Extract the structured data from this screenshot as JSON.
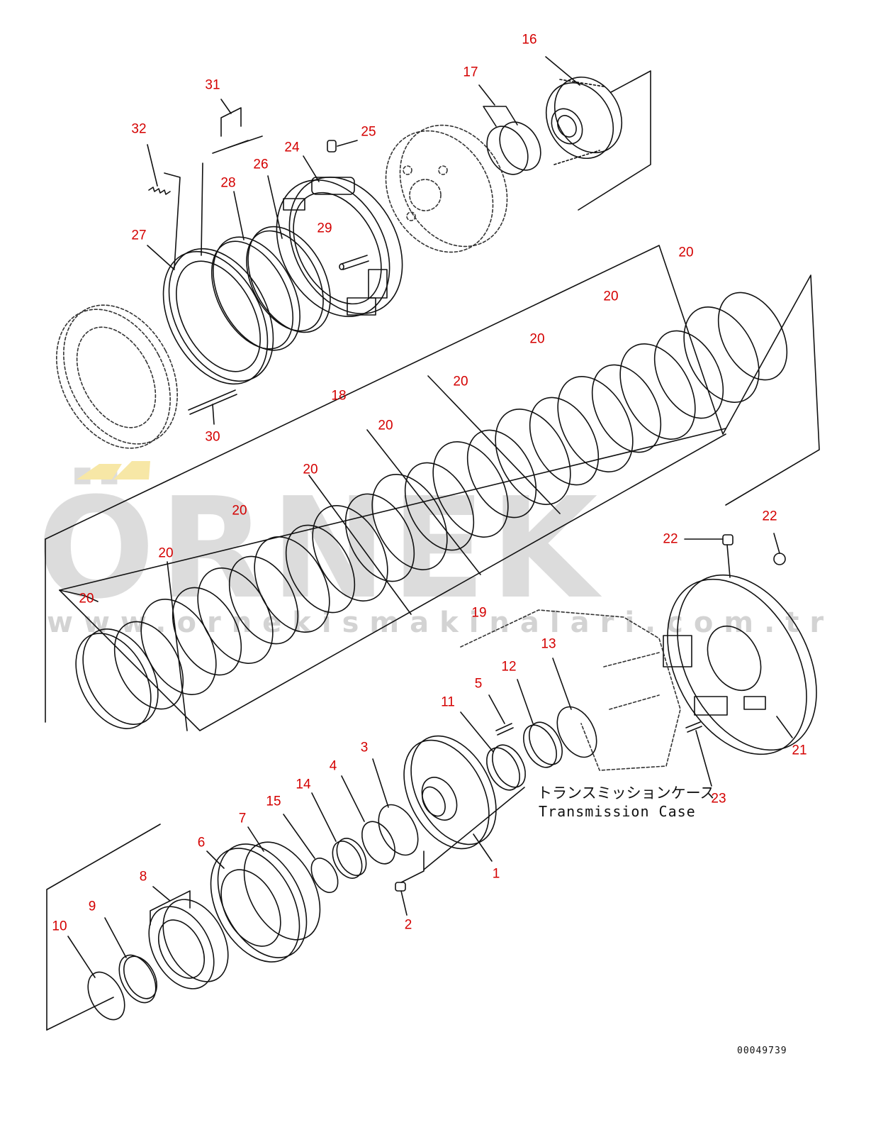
{
  "watermark": {
    "brand": "ÖRNEK",
    "url": "www.ornekismakinalari.com.tr",
    "brand_color": "#dcdcdc",
    "accent_color": "#f7e7a6"
  },
  "callout_color": "#d40000",
  "case_label": {
    "japanese": "トランスミッションケース",
    "english": "Transmission Case"
  },
  "document_number": "00049739",
  "callouts": [
    {
      "id": "c16",
      "text": "16"
    },
    {
      "id": "c17",
      "text": "17"
    },
    {
      "id": "c25",
      "text": "25"
    },
    {
      "id": "c31",
      "text": "31"
    },
    {
      "id": "c32",
      "text": "32"
    },
    {
      "id": "c24",
      "text": "24"
    },
    {
      "id": "c26",
      "text": "26"
    },
    {
      "id": "c28",
      "text": "28"
    },
    {
      "id": "c29",
      "text": "29"
    },
    {
      "id": "c27",
      "text": "27"
    },
    {
      "id": "c30",
      "text": "30"
    },
    {
      "id": "c20a",
      "text": "20"
    },
    {
      "id": "c20b",
      "text": "20"
    },
    {
      "id": "c20c",
      "text": "20"
    },
    {
      "id": "c20d",
      "text": "20"
    },
    {
      "id": "c20e",
      "text": "20"
    },
    {
      "id": "c20f",
      "text": "20"
    },
    {
      "id": "c20g",
      "text": "20"
    },
    {
      "id": "c20h",
      "text": "20"
    },
    {
      "id": "c20i",
      "text": "20"
    },
    {
      "id": "c18",
      "text": "18"
    },
    {
      "id": "c19",
      "text": "19"
    },
    {
      "id": "c22a",
      "text": "22"
    },
    {
      "id": "c22b",
      "text": "22"
    },
    {
      "id": "c21",
      "text": "21"
    },
    {
      "id": "c23",
      "text": "23"
    },
    {
      "id": "c13",
      "text": "13"
    },
    {
      "id": "c12",
      "text": "12"
    },
    {
      "id": "c5",
      "text": "5"
    },
    {
      "id": "c11",
      "text": "11"
    },
    {
      "id": "c3",
      "text": "3"
    },
    {
      "id": "c4",
      "text": "4"
    },
    {
      "id": "c14",
      "text": "14"
    },
    {
      "id": "c15",
      "text": "15"
    },
    {
      "id": "c7",
      "text": "7"
    },
    {
      "id": "c6",
      "text": "6"
    },
    {
      "id": "c8",
      "text": "8"
    },
    {
      "id": "c9",
      "text": "9"
    },
    {
      "id": "c10",
      "text": "10"
    },
    {
      "id": "c1",
      "text": "1"
    },
    {
      "id": "c2",
      "text": "2"
    }
  ]
}
